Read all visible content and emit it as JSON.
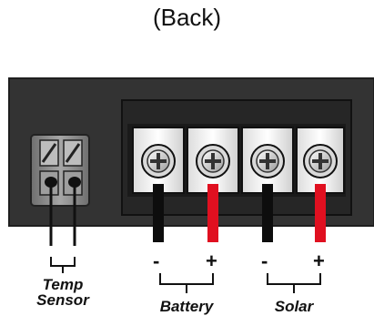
{
  "view_title": "(Back)",
  "temp_sensor": {
    "label_line1": "Temp",
    "label_line2": "Sensor"
  },
  "battery": {
    "minus": "-",
    "plus": "+",
    "label": "Battery"
  },
  "solar": {
    "minus": "-",
    "plus": "+",
    "label": "Solar"
  },
  "colors": {
    "panel": "#333333",
    "panel_edge": "#1e1e1e",
    "terminal_block": "#262626",
    "terminal_body": "#f2f2f2",
    "wire_negative": "#0d0d0d",
    "wire_positive": "#e01020",
    "sensor_connector": "#8c8c8c"
  },
  "icons": [
    "screw-head-icon"
  ]
}
